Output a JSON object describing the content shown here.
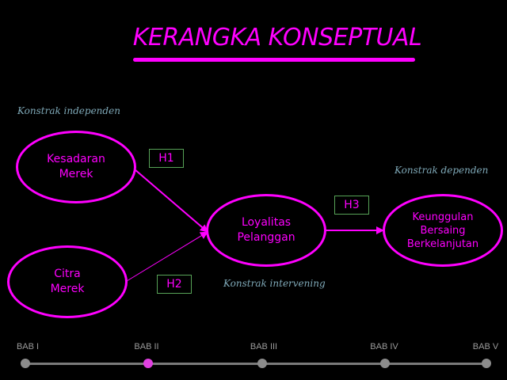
{
  "title": "KERANGKA KONSEPTUAL",
  "captions": {
    "independen": "Konstrak independen",
    "dependen": "Konstrak dependen",
    "intervening": "Konstrak intervening"
  },
  "nodes": {
    "kesadaran": [
      "Kesadaran",
      "Merek"
    ],
    "citra": [
      "Citra",
      "Merek"
    ],
    "loyalitas": [
      "Loyalitas",
      "Pelanggan"
    ],
    "keunggulan": [
      "Keunggulan",
      "Bersaing",
      "Berkelanjutan"
    ]
  },
  "hypotheses": {
    "h1": "H1",
    "h2": "H2",
    "h3": "H3"
  },
  "nav": {
    "items": [
      "BAB I",
      "BAB II",
      "BAB III",
      "BAB IV",
      "BAB V"
    ],
    "active_index": 1
  },
  "colors": {
    "accent": "#ff00ff",
    "caption": "#7fa9b8",
    "hyp_border": "#57a357"
  }
}
